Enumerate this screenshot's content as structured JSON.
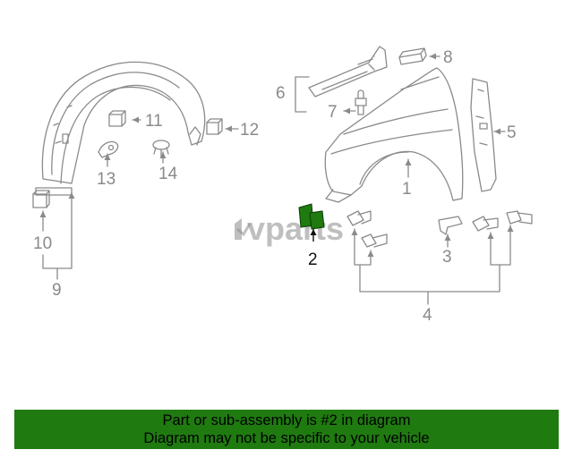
{
  "callouts": {
    "c1": "1",
    "c2": "2",
    "c3": "3",
    "c4": "4",
    "c5": "5",
    "c6": "6",
    "c7": "7",
    "c8": "8",
    "c9": "9",
    "c10": "10",
    "c11": "11",
    "c12": "12",
    "c13": "13",
    "c14": "14"
  },
  "watermark": {
    "brand": "vparts"
  },
  "highlight_part": "2",
  "colors": {
    "line": "#8a8a8a",
    "highlight": "#1f7a10",
    "banner_bg": "#1f7a10",
    "banner_text": "#000000"
  },
  "banner": {
    "line1": "Part or sub-assembly is #2 in diagram",
    "line2": "Diagram may not be specific to your vehicle"
  }
}
